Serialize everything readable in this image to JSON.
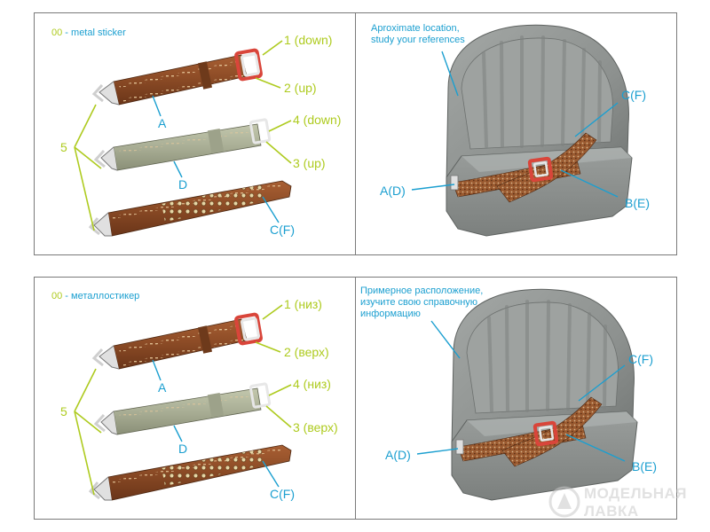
{
  "top": {
    "legend": {
      "code": "00",
      "text": " - metal sticker"
    },
    "labels": {
      "one": "1 (down)",
      "two": "2 (up)",
      "four": "4 (down)",
      "three": "3 (up)",
      "five": "5",
      "a": "A",
      "d": "D",
      "cf": "C(F)"
    },
    "note": [
      "Aproximate location,",
      "study your references"
    ],
    "seat_labels": {
      "cf": "C(F)",
      "ad": "A(D)",
      "be": "B(E)"
    }
  },
  "bottom": {
    "legend": {
      "code": "00",
      "text": " - металлостикер"
    },
    "labels": {
      "one": "1 (низ)",
      "two": "2 (верх)",
      "four": "4 (низ)",
      "three": "3 (верх)",
      "five": "5",
      "a": "A",
      "d": "D",
      "cf": "C(F)"
    },
    "note": [
      "Примерное расположение,",
      "изучите свою справочную",
      "информацию"
    ],
    "seat_labels": {
      "cf": "C(F)",
      "ad": "A(D)",
      "be": "B(E)"
    }
  },
  "watermark": {
    "line1": "МОДЕЛЬНАЯ",
    "line2": "ЛАВКА"
  },
  "colors": {
    "leader_green": "#aecb1f",
    "leader_blue": "#1b9fd0",
    "leather": "#8a4a25",
    "canvas": "#a9ae95",
    "seat": "#8d918f",
    "buckle_red": "#d9453a"
  }
}
